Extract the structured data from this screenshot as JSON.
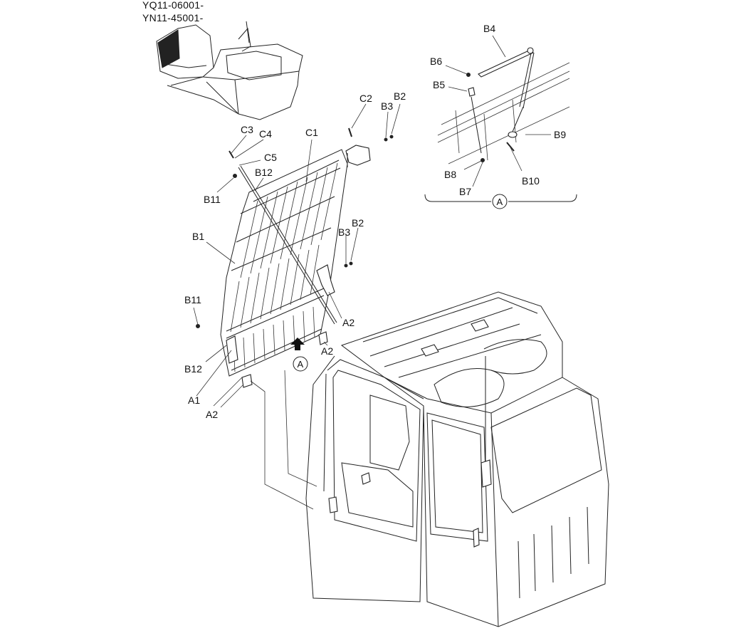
{
  "serials": [
    "YQ11-06001-",
    "YN11-45001-"
  ],
  "callouts": {
    "C3": "C3",
    "C4": "C4",
    "C5": "C5",
    "C1": "C1",
    "C2": "C2",
    "B3_top": "B3",
    "B2_top": "B2",
    "B12_top": "B12",
    "B11_top": "B11",
    "B1": "B1",
    "B3_mid": "B3",
    "B2_mid": "B2",
    "B11_low": "B11",
    "B12_low": "B12",
    "A2_right": "A2",
    "A2_mid": "A2",
    "A1": "A1",
    "A2_low": "A2",
    "B4": "B4",
    "B6": "B6",
    "B5": "B5",
    "B9": "B9",
    "B8": "B8",
    "B10": "B10",
    "B7": "B7"
  },
  "view_marker": "A"
}
